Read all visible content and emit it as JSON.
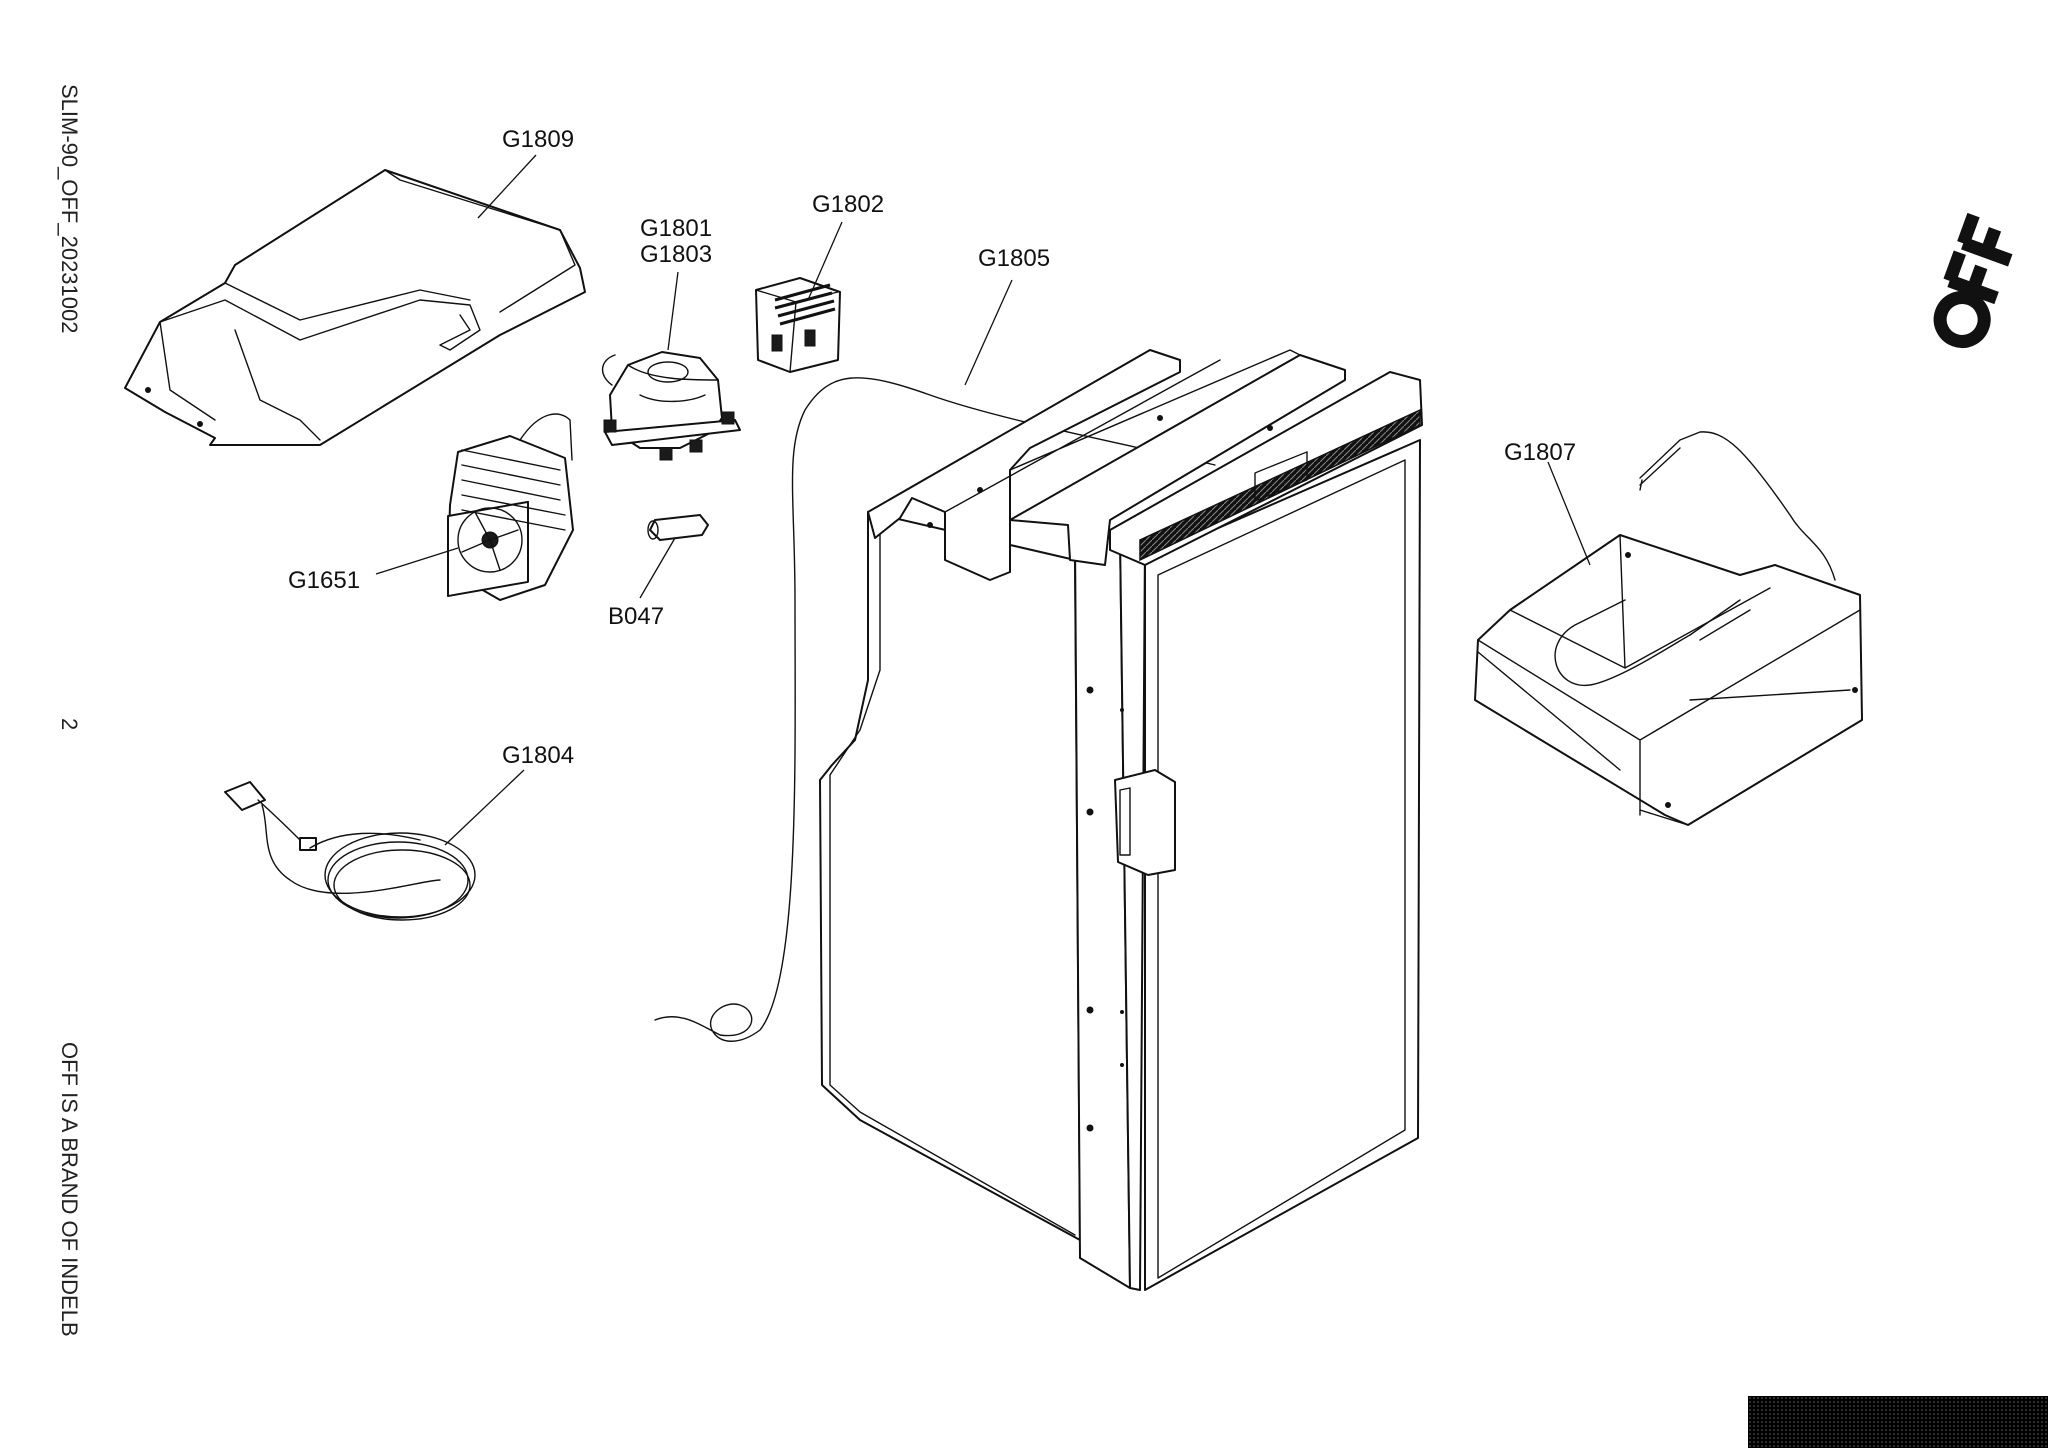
{
  "side_text": {
    "document_code": "SLIM-90_OFF_20231002",
    "page_number": "2",
    "brand_note": "OFF IS A BRAND OF INDELB"
  },
  "logo": {
    "text": "OFF",
    "icon": "off-brand-logo"
  },
  "parts": {
    "g1809": "G1809",
    "g1801": "G1801",
    "g1803": "G1803",
    "g1802": "G1802",
    "g1805": "G1805",
    "g1807": "G1807",
    "g1651": "G1651",
    "b047": "B047",
    "g1804": "G1804"
  },
  "colors": {
    "ink": "#111111",
    "background": "#ffffff",
    "corner_block": "#1a1a1a"
  }
}
